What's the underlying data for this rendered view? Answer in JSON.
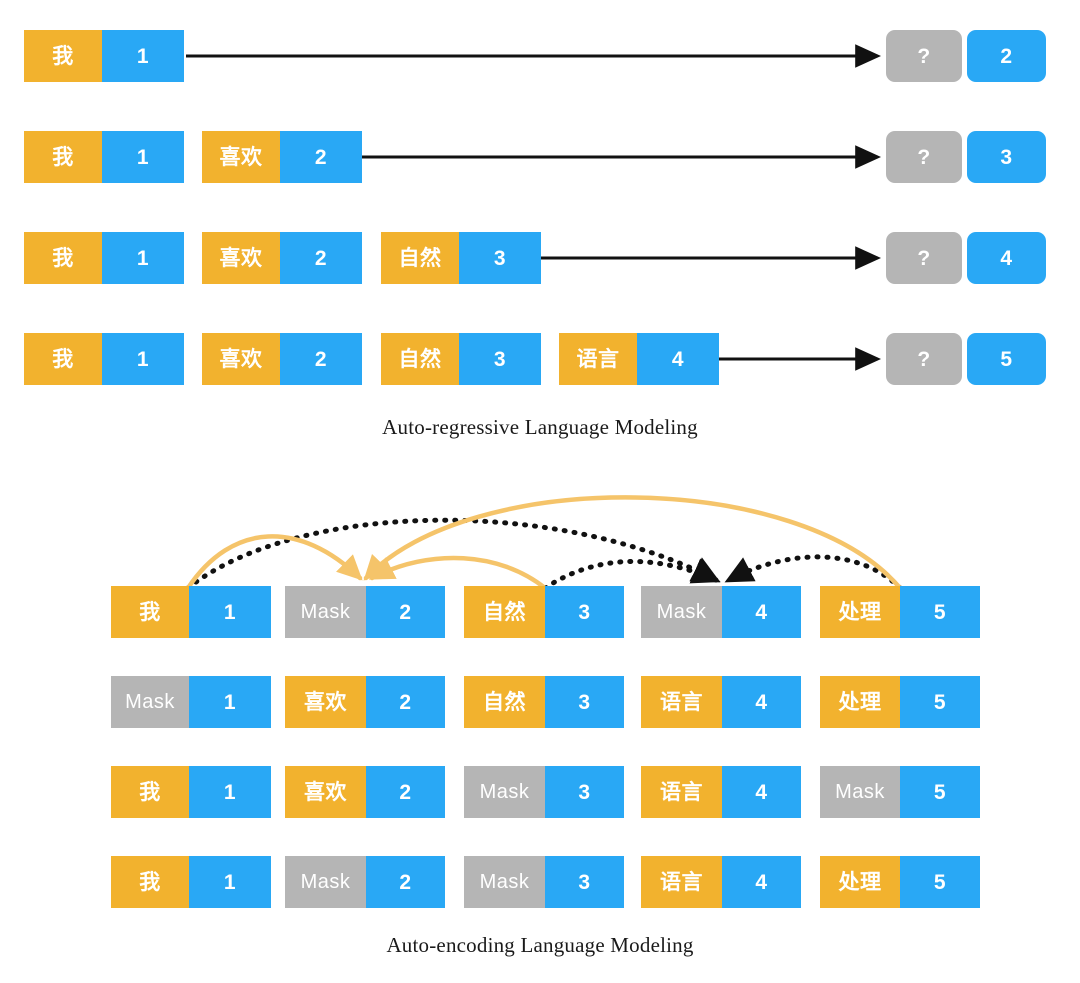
{
  "figure": {
    "background": "#ffffff",
    "colors": {
      "word": "#F2B22E",
      "index": "#29A8F5",
      "mask": "#B5B5B5",
      "arrow_solid": "#111111",
      "arrow_dotted": "#111111",
      "arrow_orange": "#F5C46A",
      "text_on_block": "#FFFFFF",
      "caption": "#1A1A1A"
    }
  },
  "sections": [
    {
      "id": "auto-regressive",
      "caption": "Auto-regressive Language Modeling",
      "rows": [
        {
          "context": [
            {
              "word": "我",
              "index": "1"
            }
          ],
          "prediction": {
            "word": "?",
            "index": "2"
          }
        },
        {
          "context": [
            {
              "word": "我",
              "index": "1"
            },
            {
              "word": "喜欢",
              "index": "2"
            }
          ],
          "prediction": {
            "word": "?",
            "index": "3"
          }
        },
        {
          "context": [
            {
              "word": "我",
              "index": "1"
            },
            {
              "word": "喜欢",
              "index": "2"
            },
            {
              "word": "自然",
              "index": "3"
            }
          ],
          "prediction": {
            "word": "?",
            "index": "4"
          }
        },
        {
          "context": [
            {
              "word": "我",
              "index": "1"
            },
            {
              "word": "喜欢",
              "index": "2"
            },
            {
              "word": "自然",
              "index": "3"
            },
            {
              "word": "语言",
              "index": "4"
            }
          ],
          "prediction": {
            "word": "?",
            "index": "5"
          }
        }
      ]
    },
    {
      "id": "auto-encoding",
      "caption": "Auto-encoding Language Modeling",
      "rows": [
        {
          "tokens": [
            {
              "word": "我",
              "index": "1",
              "masked": false
            },
            {
              "word": "Mask",
              "index": "2",
              "masked": true
            },
            {
              "word": "自然",
              "index": "3",
              "masked": false
            },
            {
              "word": "Mask",
              "index": "4",
              "masked": true
            },
            {
              "word": "处理",
              "index": "5",
              "masked": false
            }
          ]
        },
        {
          "tokens": [
            {
              "word": "Mask",
              "index": "1",
              "masked": true
            },
            {
              "word": "喜欢",
              "index": "2",
              "masked": false
            },
            {
              "word": "自然",
              "index": "3",
              "masked": false
            },
            {
              "word": "语言",
              "index": "4",
              "masked": false
            },
            {
              "word": "处理",
              "index": "5",
              "masked": false
            }
          ]
        },
        {
          "tokens": [
            {
              "word": "我",
              "index": "1",
              "masked": false
            },
            {
              "word": "喜欢",
              "index": "2",
              "masked": false
            },
            {
              "word": "Mask",
              "index": "3",
              "masked": true
            },
            {
              "word": "语言",
              "index": "4",
              "masked": false
            },
            {
              "word": "Mask",
              "index": "5",
              "masked": true
            }
          ]
        },
        {
          "tokens": [
            {
              "word": "我",
              "index": "1",
              "masked": false
            },
            {
              "word": "Mask",
              "index": "2",
              "masked": true
            },
            {
              "word": "Mask",
              "index": "3",
              "masked": true
            },
            {
              "word": "语言",
              "index": "4",
              "masked": false
            },
            {
              "word": "处理",
              "index": "5",
              "masked": false
            }
          ]
        }
      ],
      "attention_arrows": {
        "orange_target": "Mask 2",
        "black_target": "Mask 4",
        "orange_sources": [
          "我 1",
          "自然 3",
          "处理 5"
        ],
        "black_sources": [
          "我 1",
          "自然 3",
          "处理 5"
        ]
      }
    }
  ]
}
